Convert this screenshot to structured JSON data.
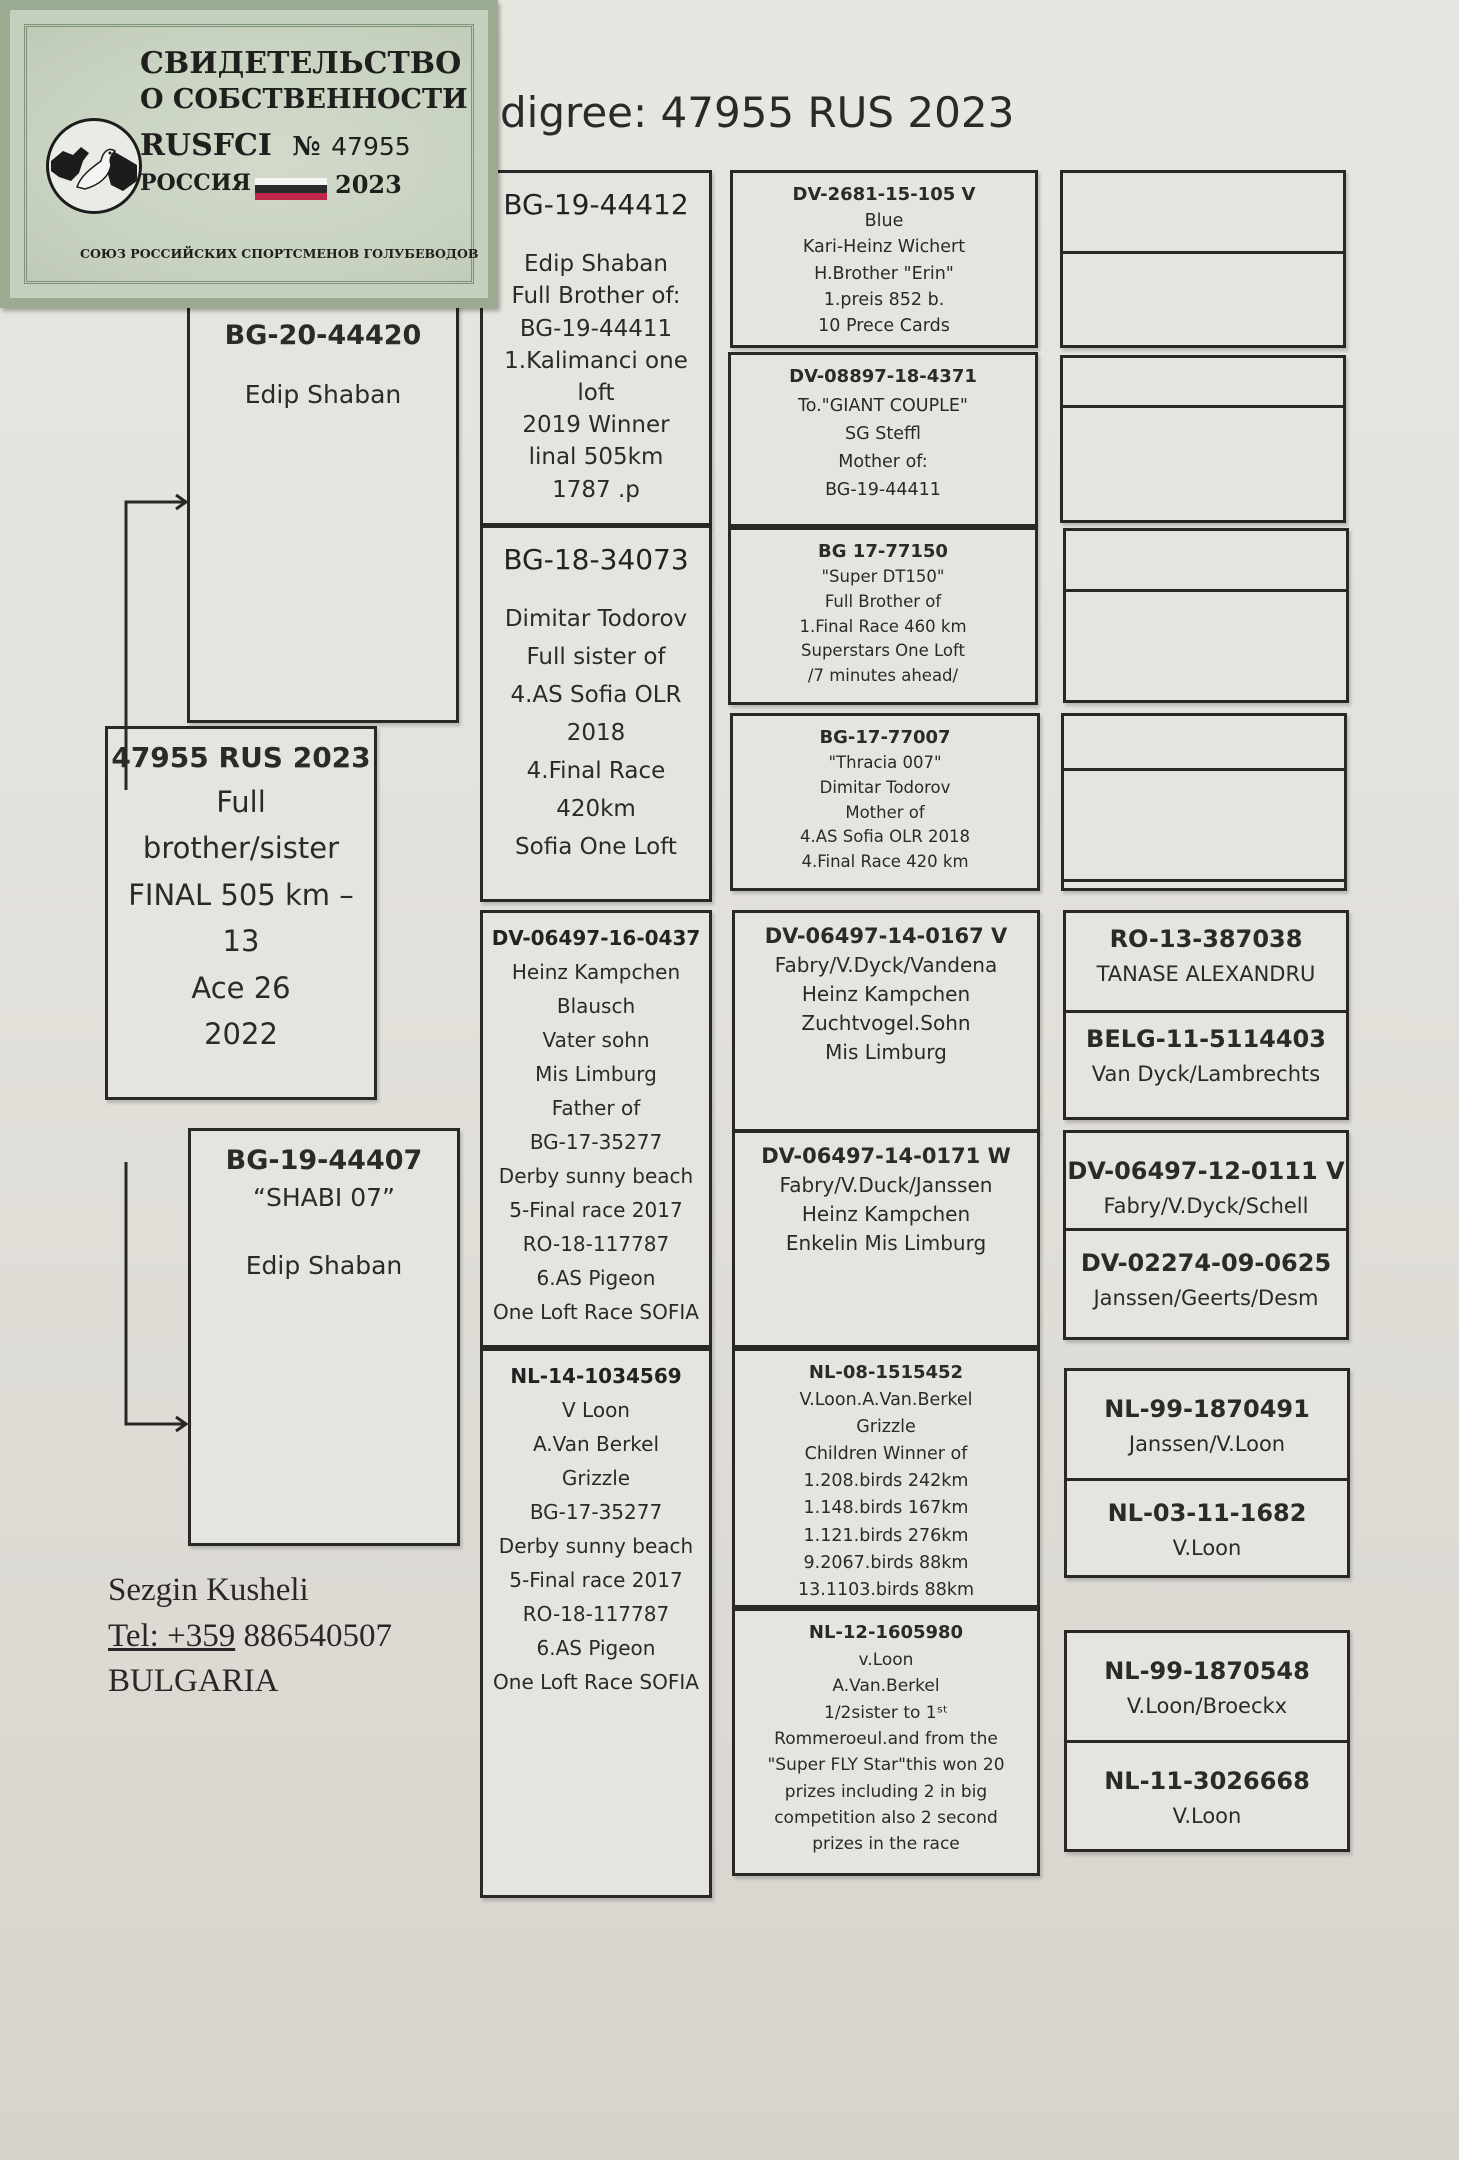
{
  "certificate": {
    "title_line1": "СВИДЕТЕЛЬСТВО",
    "title_line2": "О СОБСТВЕННОСТИ",
    "org_code": "RUSFCI",
    "number_label": "№",
    "number": "47955",
    "country": "РОССИЯ",
    "year": "2023",
    "union_name": "СОЮЗ РОССИЙСКИХ СПОРТСМЕНОВ ГОЛУБЕВОДОВ",
    "logo_icon": "pigeon-map-icon",
    "flag_colors": [
      "#f4f4f4",
      "#2a2a2a",
      "#c0254a"
    ]
  },
  "title": "digree: 47955 RUS 2023",
  "subject": {
    "ring": "47955 RUS 2023",
    "lines": [
      "Full",
      "brother/sister",
      "FINAL 505 km –",
      "13",
      "Ace 26",
      "2022"
    ]
  },
  "sire": {
    "ring": "BG-20-44420",
    "lines": [
      "Edip Shaban"
    ]
  },
  "dam": {
    "ring": "BG-19-44407",
    "lines": [
      "“SHABI 07”",
      "",
      "Edip Shaban"
    ]
  },
  "grandparents": [
    {
      "ring": "BG-19-44412",
      "lines": [
        "Edip Shaban",
        "Full Brother of:",
        "BG-19-44411",
        "1.Kalimanci one",
        "loft",
        "2019 Winner",
        "linal 505km",
        "1787 .p"
      ]
    },
    {
      "ring": "BG-18-34073",
      "lines": [
        "Dimitar Todorov",
        "Full sister of",
        "4.AS Sofia OLR",
        "2018",
        "4.Final Race",
        "420km",
        "Sofia One Loft"
      ]
    },
    {
      "ring": "DV-06497-16-0437",
      "lines": [
        "Heinz Kampchen",
        "Blausch",
        "Vater sohn",
        "Mis Limburg",
        "Father of",
        "BG-17-35277",
        "Derby sunny beach",
        "5-Final race 2017",
        "RO-18-117787",
        "6.AS Pigeon",
        "One Loft Race SOFIA"
      ]
    },
    {
      "ring": "NL-14-1034569",
      "lines": [
        "V Loon",
        "A.Van Berkel",
        "Grizzle",
        "BG-17-35277",
        "Derby sunny beach",
        "5-Final race 2017",
        "RO-18-117787",
        "6.AS Pigeon",
        "One Loft Race SOFIA"
      ]
    }
  ],
  "great_grandparents": [
    {
      "ring": "DV-2681-15-105 V",
      "lines": [
        "Blue",
        "Kari-Heinz Wichert",
        "H.Brother \"Erin\"",
        "1.preis 852 b.",
        "10 Prece Cards"
      ]
    },
    {
      "ring": "DV-08897-18-4371",
      "lines": [
        "To.\"GIANT COUPLE\"",
        "SG Steffl",
        "Mother of:",
        "BG-19-44411"
      ]
    },
    {
      "ring": "BG 17-77150",
      "lines": [
        "\"Super DT150\"",
        "Full Brother of",
        "1.Final Race 460 km",
        "Superstars One Loft",
        "/7 minutes ahead/"
      ]
    },
    {
      "ring": "BG-17-77007",
      "lines": [
        "\"Thracia 007\"",
        "Dimitar Todorov",
        "Mother of",
        "4.AS Sofia OLR 2018",
        "4.Final Race 420 km"
      ]
    },
    {
      "ring": "DV-06497-14-0167 V",
      "lines": [
        "Fabry/V.Dyck/Vandena",
        "Heinz Kampchen",
        "Zuchtvogel.Sohn",
        "Mis Limburg"
      ]
    },
    {
      "ring": "DV-06497-14-0171 W",
      "lines": [
        "Fabry/V.Duck/Janssen",
        "Heinz Kampchen",
        "Enkelin Mis Limburg"
      ]
    },
    {
      "ring": "NL-08-1515452",
      "lines": [
        "V.Loon.A.Van.Berkel",
        "Grizzle",
        "Children Winner of",
        "1.208.birds 242km",
        "1.148.birds 167km",
        "1.121.birds 276km",
        "9.2067.birds 88km",
        "13.1103.birds 88km"
      ]
    },
    {
      "ring": "NL-12-1605980",
      "lines": [
        "v.Loon",
        "A.Van.Berkel",
        "1/2sister to 1ˢᵗ",
        "Rommeroeul.and from the",
        "\"Super FLY Star\"this won 20",
        "prizes including 2 in big",
        "competition also 2 second",
        "prizes in the race"
      ]
    }
  ],
  "ggg_pairs": [
    {
      "top": {
        "ring": "",
        "owner": ""
      },
      "bottom": {
        "ring": "",
        "owner": ""
      }
    },
    {
      "top": {
        "ring": "",
        "owner": ""
      },
      "bottom": {
        "ring": "",
        "owner": ""
      }
    },
    {
      "top": {
        "ring": "",
        "owner": ""
      },
      "bottom": {
        "ring": "",
        "owner": ""
      }
    },
    {
      "top": {
        "ring": "",
        "owner": ""
      },
      "bottom": {
        "ring": "",
        "owner": ""
      }
    },
    {
      "top": {
        "ring": "RO-13-387038",
        "owner": "TANASE ALEXANDRU"
      },
      "bottom": {
        "ring": "BELG-11-5114403",
        "owner": "Van Dyck/Lambrechts"
      }
    },
    {
      "top": {
        "ring": "DV-06497-12-0111 V",
        "owner": "Fabry/V.Dyck/Schell"
      },
      "bottom": {
        "ring": "DV-02274-09-0625",
        "owner": "Janssen/Geerts/Desm"
      }
    },
    {
      "top": {
        "ring": "NL-99-1870491",
        "owner": "Janssen/V.Loon"
      },
      "bottom": {
        "ring": "NL-03-11-1682",
        "owner": "V.Loon"
      }
    },
    {
      "top": {
        "ring": "NL-99-1870548",
        "owner": "V.Loon/Broeckx"
      },
      "bottom": {
        "ring": "NL-11-3026668",
        "owner": "V.Loon"
      }
    }
  ],
  "contact": {
    "name": "Sezgin Kusheli",
    "tel_prefix": "Tel: +359",
    "tel_number": " 886540507",
    "country": "BULGARIA"
  }
}
